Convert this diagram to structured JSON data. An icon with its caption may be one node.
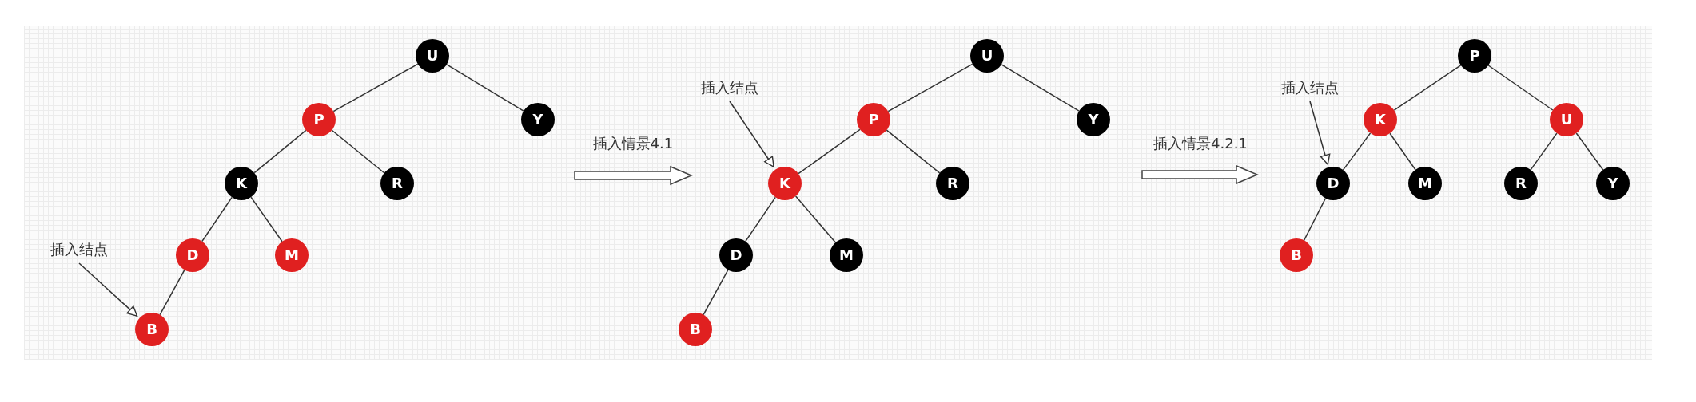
{
  "diagram": {
    "nodes": [
      {
        "text": [
          "U"
        ]
      },
      {
        "text": [
          "P"
        ]
      },
      {
        "text": [
          "Y"
        ]
      },
      {
        "text": [
          "K"
        ]
      },
      {
        "text": [
          "R"
        ]
      },
      {
        "text": [
          "D"
        ]
      },
      {
        "text": [
          "M"
        ]
      },
      {
        "text": [
          "B"
        ]
      },
      {
        "text": [
          "插入结点"
        ]
      },
      {
        "text": [
          "U"
        ]
      },
      {
        "text": [
          "P"
        ]
      },
      {
        "text": [
          "Y"
        ]
      },
      {
        "text": [
          "K"
        ]
      },
      {
        "text": [
          "R"
        ]
      },
      {
        "text": [
          "D"
        ]
      },
      {
        "text": [
          "M"
        ]
      },
      {
        "text": [
          "B"
        ]
      },
      {
        "text": [
          "插入结点"
        ]
      },
      {
        "text": [
          "P"
        ]
      },
      {
        "text": [
          "K"
        ]
      },
      {
        "text": [
          "U"
        ]
      },
      {
        "text": [
          "D"
        ]
      },
      {
        "text": [
          "M"
        ]
      },
      {
        "text": [
          "R"
        ]
      },
      {
        "text": [
          "Y"
        ]
      },
      {
        "text": [
          "B"
        ]
      },
      {
        "text": [
          "插入结点"
        ]
      }
    ],
    "edges": [
      {
        "from": 0,
        "to": 1,
        "arrow": "none"
      },
      {
        "from": 0,
        "to": 2,
        "arrow": "none"
      },
      {
        "from": 1,
        "to": 3,
        "arrow": "none"
      },
      {
        "from": 1,
        "to": 4,
        "arrow": "none"
      },
      {
        "from": 3,
        "to": 5,
        "arrow": "none"
      },
      {
        "from": 3,
        "to": 6,
        "arrow": "none"
      },
      {
        "from": 5,
        "to": 7,
        "arrow": "none"
      },
      {
        "from": 8,
        "to": 7,
        "arrow": "to"
      },
      {
        "from": 9,
        "to": 10,
        "arrow": "none"
      },
      {
        "from": 9,
        "to": 11,
        "arrow": "none"
      },
      {
        "from": 10,
        "to": 12,
        "arrow": "none"
      },
      {
        "from": 10,
        "to": 13,
        "arrow": "none"
      },
      {
        "from": 12,
        "to": 14,
        "arrow": "none"
      },
      {
        "from": 12,
        "to": 15,
        "arrow": "none"
      },
      {
        "from": 14,
        "to": 16,
        "arrow": "none"
      },
      {
        "from": 17,
        "to": 12,
        "arrow": "to"
      },
      {
        "from": 18,
        "to": 19,
        "arrow": "none"
      },
      {
        "from": 18,
        "to": 20,
        "arrow": "none"
      },
      {
        "from": 19,
        "to": 21,
        "arrow": "none"
      },
      {
        "from": 19,
        "to": 22,
        "arrow": "none"
      },
      {
        "from": 20,
        "to": 23,
        "arrow": "none"
      },
      {
        "from": 20,
        "to": 24,
        "arrow": "none"
      },
      {
        "from": 21,
        "to": 25,
        "arrow": "none"
      },
      {
        "from": 26,
        "to": 21,
        "arrow": "to"
      }
    ],
    "labels": [
      "插入情景4.1",
      "插入情景4.2.1"
    ]
  }
}
